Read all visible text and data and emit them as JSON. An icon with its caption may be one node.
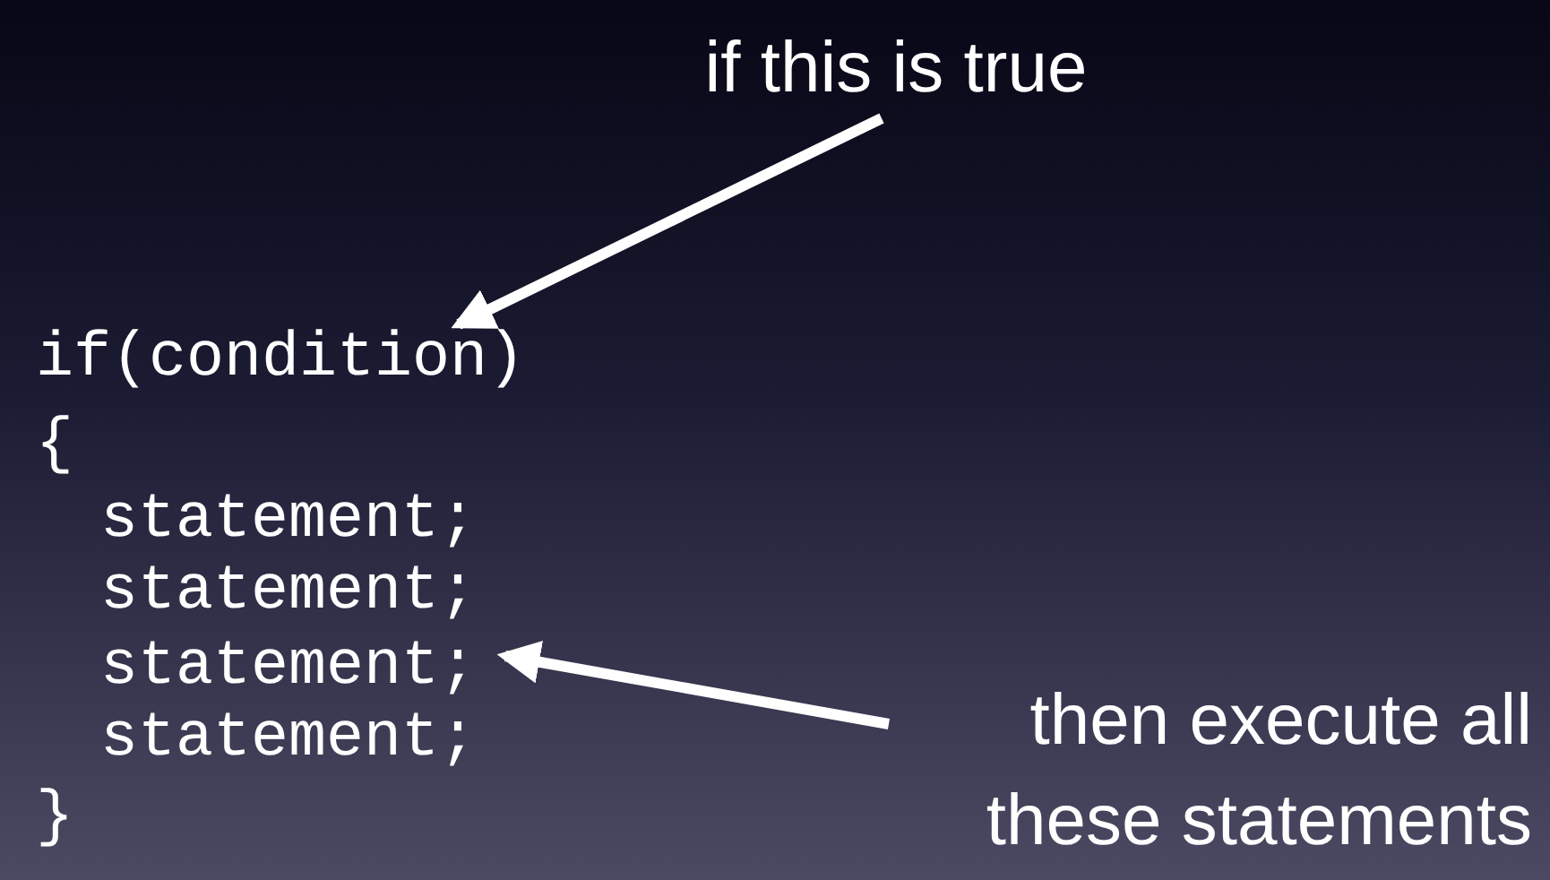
{
  "diagram": {
    "nodes": [
      {
        "text": [
          "if this is true"
        ]
      },
      {
        "text": [
          "if(condition)"
        ]
      },
      {
        "text": [
          "then execute all these statements"
        ]
      },
      {
        "text": [
          "statement;"
        ]
      }
    ],
    "edges": [
      {
        "from": 0,
        "to": 1,
        "arrow": "to"
      },
      {
        "from": 2,
        "to": 3,
        "arrow": "to"
      }
    ],
    "labels": [
      "{",
      "statement;",
      "statement;",
      "statement;",
      "}"
    ]
  }
}
